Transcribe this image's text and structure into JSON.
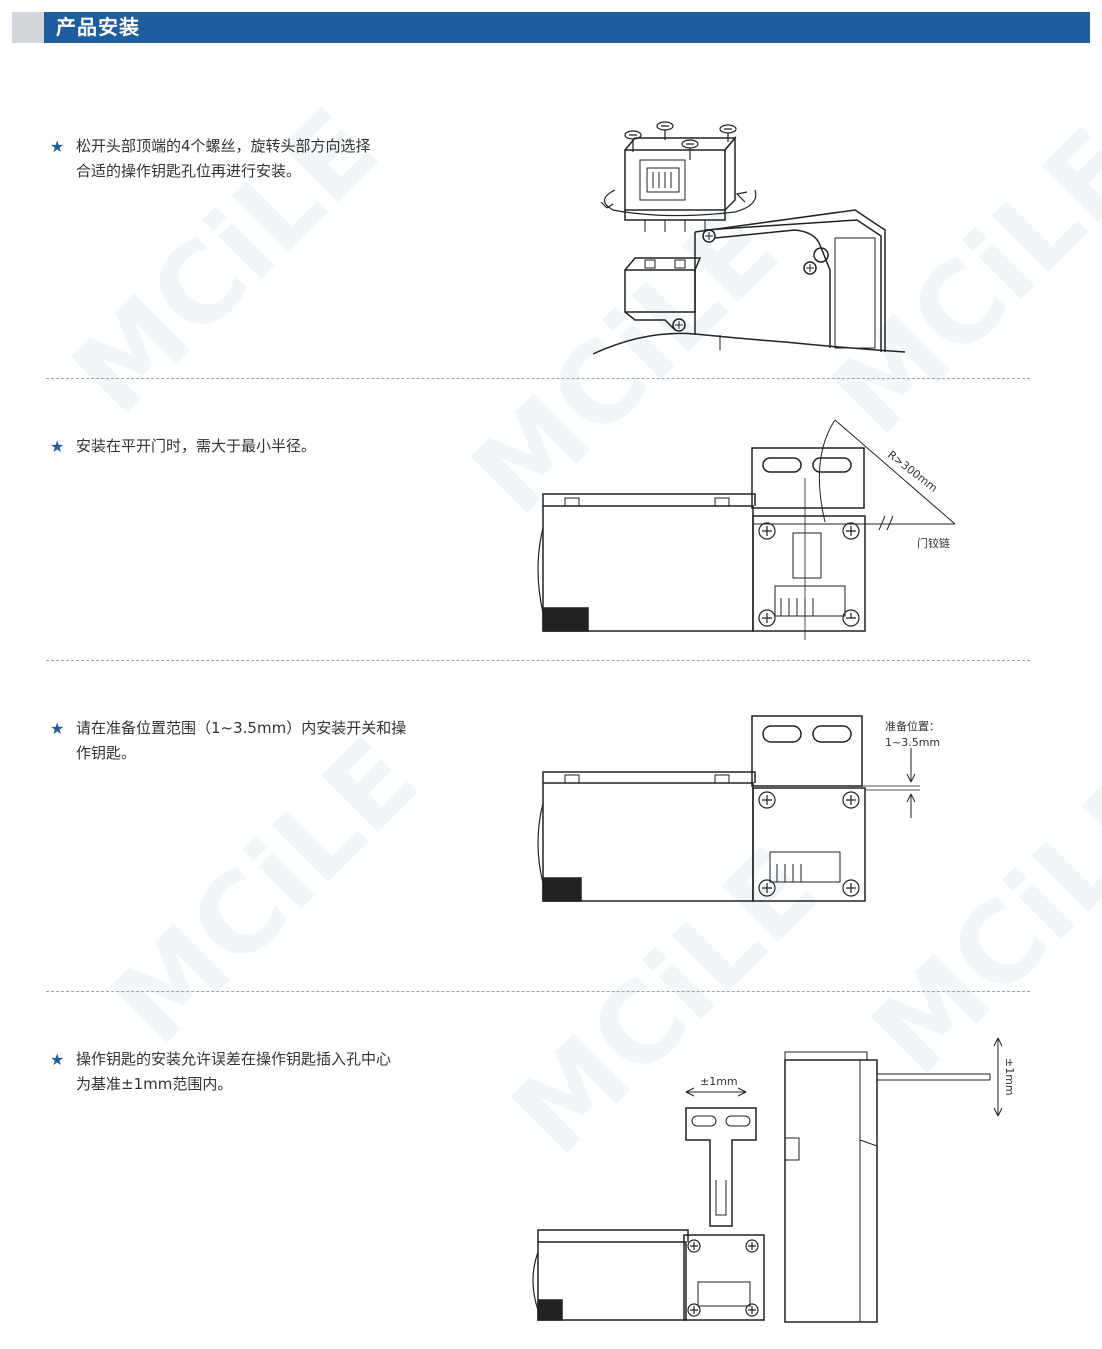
{
  "header": {
    "title": "产品安装"
  },
  "colors": {
    "accent": "#1f5d9d",
    "strip": "#d3d6da",
    "star": "#1f5d9d"
  },
  "steps": [
    {
      "icon": "star-icon",
      "text": "松开头部顶端的4个螺丝，旋转头部方向选择\n合适的操作钥匙孔位再进行安装。"
    },
    {
      "icon": "star-icon",
      "text": "安装在平开门时，需大于最小半径。"
    },
    {
      "icon": "star-icon",
      "text": "请在准备位置范围（1~3.5mm）内安装开关和操\n作钥匙。"
    },
    {
      "icon": "star-icon",
      "text": "操作钥匙的安装允许误差在操作钥匙插入孔中心\n为基准±1mm范围内。"
    }
  ],
  "figures": {
    "fig2": {
      "radius_label": "R>300mm",
      "hinge_label": "门铰链"
    },
    "fig3": {
      "range_label_1": "准备位置：",
      "range_label_2": "1~3.5mm"
    },
    "fig4": {
      "horizontal_tol": "±1mm",
      "vertical_tol": "±1mm"
    }
  },
  "watermark": {
    "text": "MCiLE"
  }
}
